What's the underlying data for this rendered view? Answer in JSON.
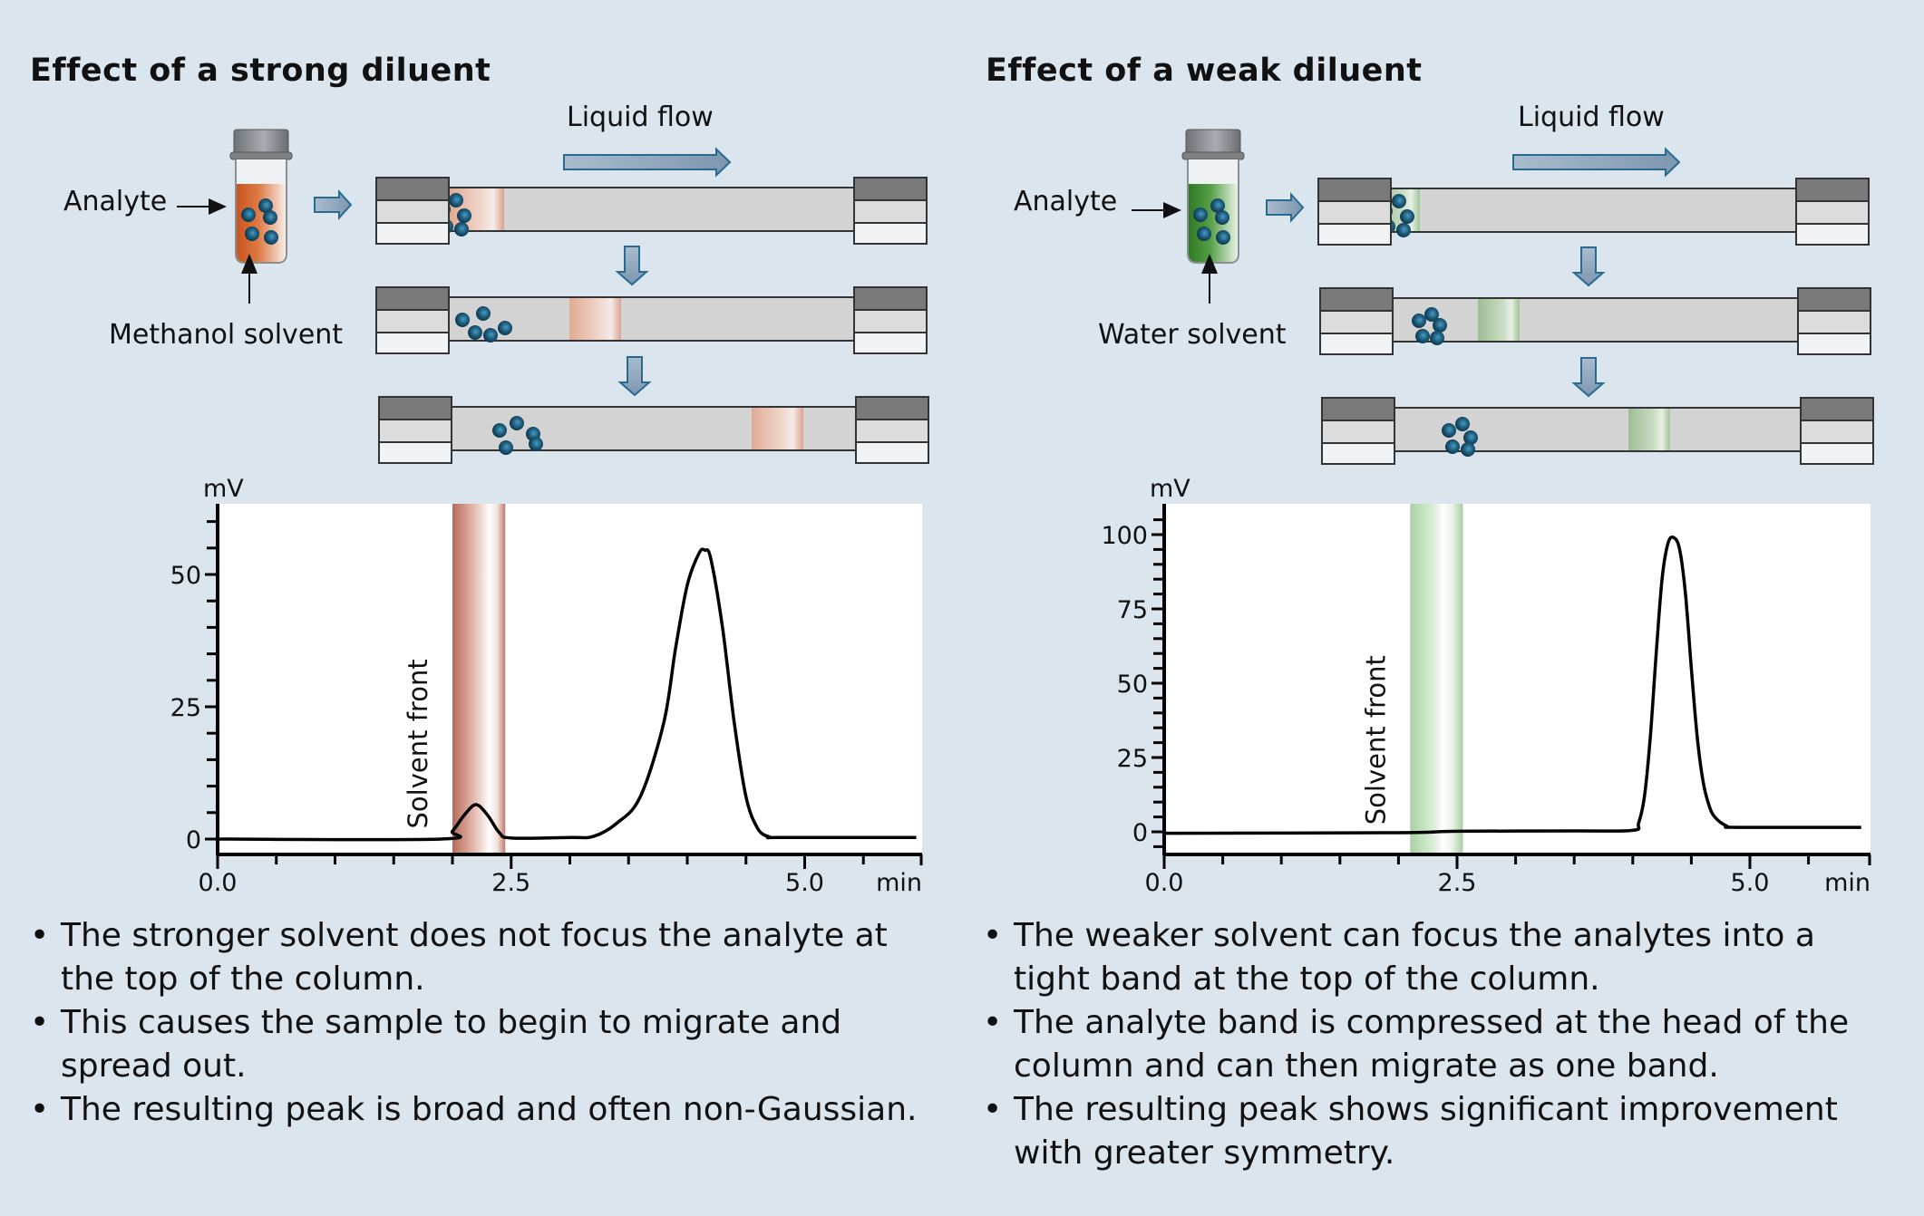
{
  "colors": {
    "background": "#dbe5ee",
    "strong_solvent": "#c8764a",
    "strong_band": "#b86a5a",
    "weak_solvent": "#3e8a2e",
    "weak_band": "#9fcd98",
    "analyte_ball": "#1e5a7a",
    "arrow_fill": "#8aa4bc",
    "arrow_stroke": "#2a6a8e"
  },
  "left_panel": {
    "title": "Effect of a strong diluent",
    "analyte_label": "Analyte",
    "solvent_label": "Methanol solvent",
    "flow_label": "Liquid flow",
    "bullets": [
      "The stronger solvent does not focus the analyte at the top of the column.",
      "This causes the sample to begin to migrate and spread out.",
      "The resulting peak is broad and often non-Gaussian."
    ]
  },
  "right_panel": {
    "title": "Effect of a weak diluent",
    "analyte_label": "Analyte",
    "solvent_label": "Water solvent",
    "flow_label": "Liquid flow",
    "bullets": [
      "The weaker solvent can focus the analytes into a tight band at the top of the column.",
      "The analyte band is compressed at the head of the column and can then migrate as one band.",
      "The resulting peak shows significant improvement with greater symmetry."
    ]
  },
  "chart_data": [
    {
      "type": "line",
      "title": "Effect of a strong diluent",
      "xlabel": "min",
      "ylabel": "mV",
      "xlim": [
        0,
        5.95
      ],
      "ylim": [
        -3,
        63
      ],
      "x_ticks": [
        0.0,
        2.5,
        5.0
      ],
      "x_tick_labels": [
        "0.0",
        "2.5",
        "5.0"
      ],
      "x_minor_step": 0.5,
      "y_ticks": [
        0,
        25,
        50
      ],
      "y_tick_labels": [
        "0",
        "25",
        "50"
      ],
      "y_minor_step": 5,
      "grid": false,
      "annotation": {
        "text": "Solvent front",
        "x_range": [
          2.0,
          2.45
        ]
      },
      "series": [
        {
          "name": "signal",
          "x": [
            0,
            1.9,
            2.0,
            2.1,
            2.2,
            2.3,
            2.4,
            2.5,
            3.0,
            3.2,
            3.4,
            3.6,
            3.8,
            3.9,
            4.0,
            4.1,
            4.15,
            4.2,
            4.3,
            4.4,
            4.5,
            4.6,
            4.7,
            4.8,
            5.95
          ],
          "y": [
            0,
            0,
            1.5,
            4.5,
            6.5,
            4.5,
            1.2,
            0.2,
            0.3,
            0.5,
            3,
            8,
            22,
            36,
            48,
            54,
            54.6,
            53,
            40,
            22,
            8,
            2,
            0.4,
            0.3,
            0.3
          ]
        }
      ]
    },
    {
      "type": "line",
      "title": "Effect of a weak diluent",
      "xlabel": "min",
      "ylabel": "mV",
      "xlim": [
        0,
        5.95
      ],
      "ylim": [
        -8,
        111
      ],
      "x_ticks": [
        0.0,
        2.5,
        5.0
      ],
      "x_tick_labels": [
        "0.0",
        "2.5",
        "5.0"
      ],
      "x_minor_step": 0.5,
      "y_ticks": [
        0,
        25,
        50,
        75,
        100
      ],
      "y_tick_labels": [
        "0",
        "25",
        "50",
        "75",
        "100"
      ],
      "y_minor_step": 5,
      "grid": false,
      "annotation": {
        "text": "Solvent front",
        "x_range": [
          2.1,
          2.55
        ]
      },
      "series": [
        {
          "name": "signal",
          "x": [
            0,
            2.0,
            2.5,
            3.5,
            4.0,
            4.05,
            4.1,
            4.15,
            4.2,
            4.25,
            4.3,
            4.35,
            4.4,
            4.45,
            4.5,
            4.55,
            4.6,
            4.65,
            4.7,
            4.8,
            4.9,
            5.95
          ],
          "y": [
            -0.5,
            -0.3,
            0.2,
            0.3,
            0.5,
            3,
            12,
            32,
            60,
            85,
            97,
            99,
            95,
            80,
            55,
            32,
            17,
            9,
            5,
            2,
            1.5,
            1.5
          ]
        }
      ]
    }
  ]
}
